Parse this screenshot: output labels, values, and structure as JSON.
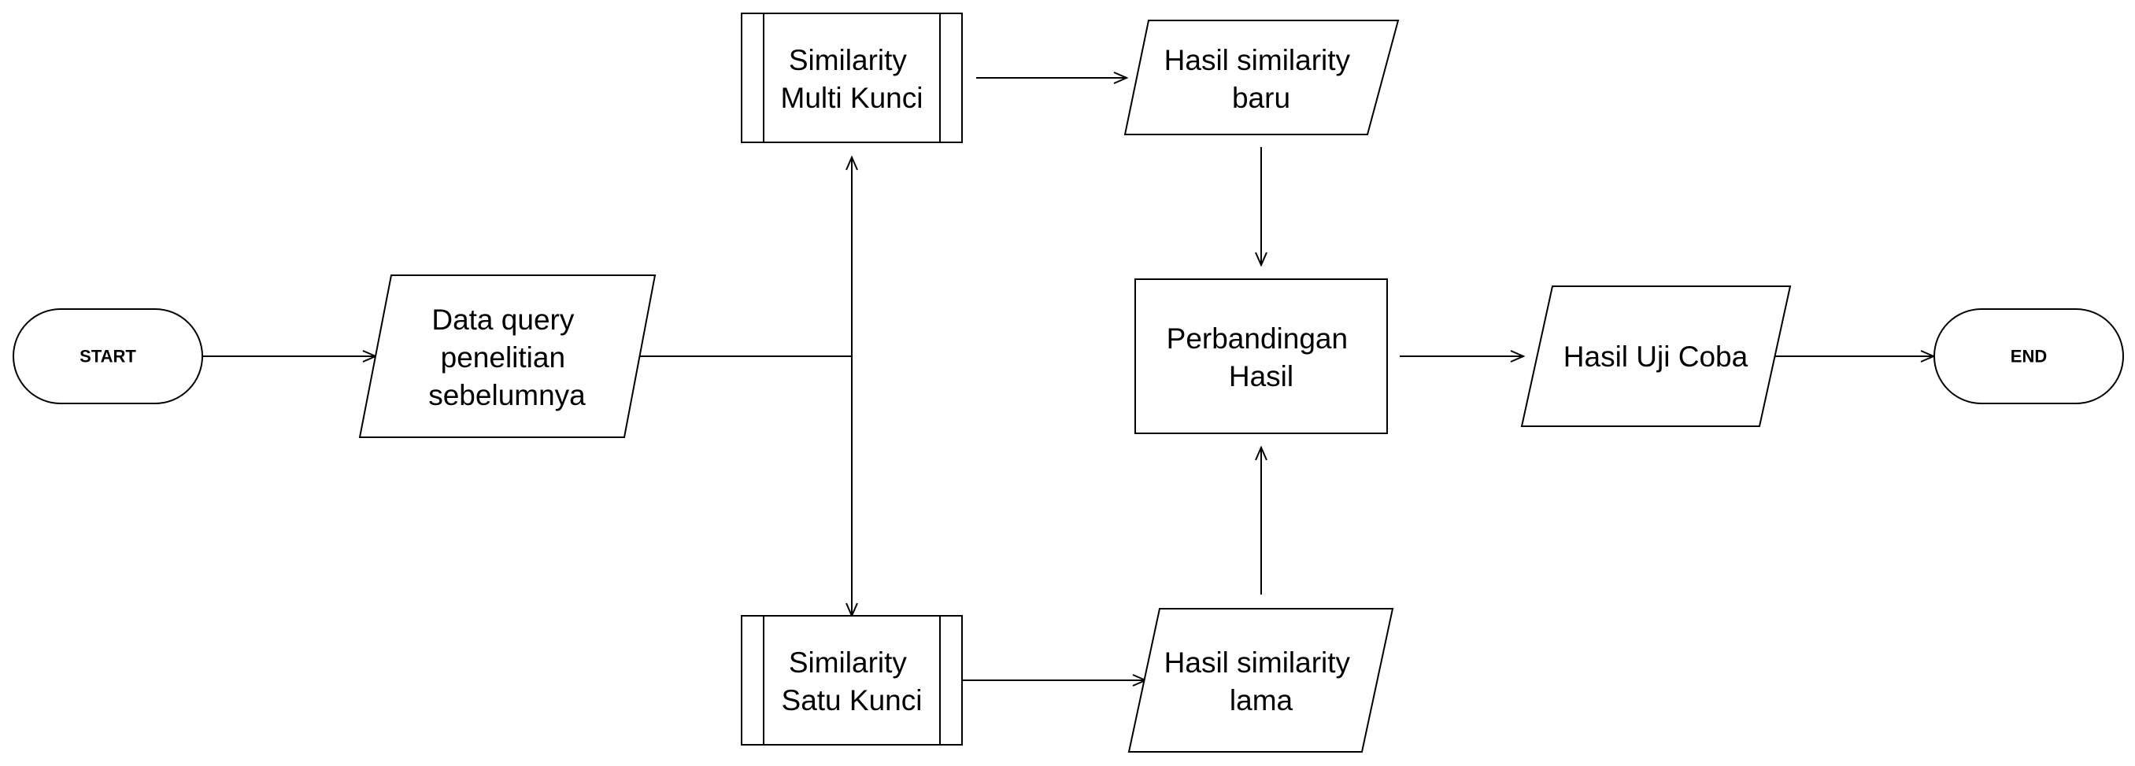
{
  "nodes": {
    "start": {
      "label": "START",
      "shape": "terminator"
    },
    "data_query": {
      "lines": [
        "Data query",
        "penelitian",
        "sebelumnya"
      ],
      "shape": "parallelogram"
    },
    "sim_multi": {
      "lines": [
        "Similarity",
        "Multi Kunci"
      ],
      "shape": "predefined-process"
    },
    "sim_satu": {
      "lines": [
        "Similarity",
        "Satu Kunci"
      ],
      "shape": "predefined-process"
    },
    "hasil_baru": {
      "lines": [
        "Hasil similarity",
        "baru"
      ],
      "shape": "parallelogram"
    },
    "hasil_lama": {
      "lines": [
        "Hasil similarity",
        "lama"
      ],
      "shape": "parallelogram"
    },
    "perbandingan": {
      "lines": [
        "Perbandingan",
        "Hasil"
      ],
      "shape": "process"
    },
    "hasil_uji": {
      "lines": [
        "Hasil Uji Coba"
      ],
      "shape": "parallelogram"
    },
    "end": {
      "label": "END",
      "shape": "terminator"
    }
  },
  "edges": [
    {
      "from": "start",
      "to": "data_query"
    },
    {
      "from": "data_query",
      "to": "sim_multi"
    },
    {
      "from": "data_query",
      "to": "sim_satu"
    },
    {
      "from": "sim_multi",
      "to": "hasil_baru"
    },
    {
      "from": "sim_satu",
      "to": "hasil_lama"
    },
    {
      "from": "hasil_baru",
      "to": "perbandingan"
    },
    {
      "from": "hasil_lama",
      "to": "perbandingan"
    },
    {
      "from": "perbandingan",
      "to": "hasil_uji"
    },
    {
      "from": "hasil_uji",
      "to": "end"
    }
  ],
  "colors": {
    "stroke": "#000000",
    "fill": "#ffffff",
    "text": "#000000"
  }
}
